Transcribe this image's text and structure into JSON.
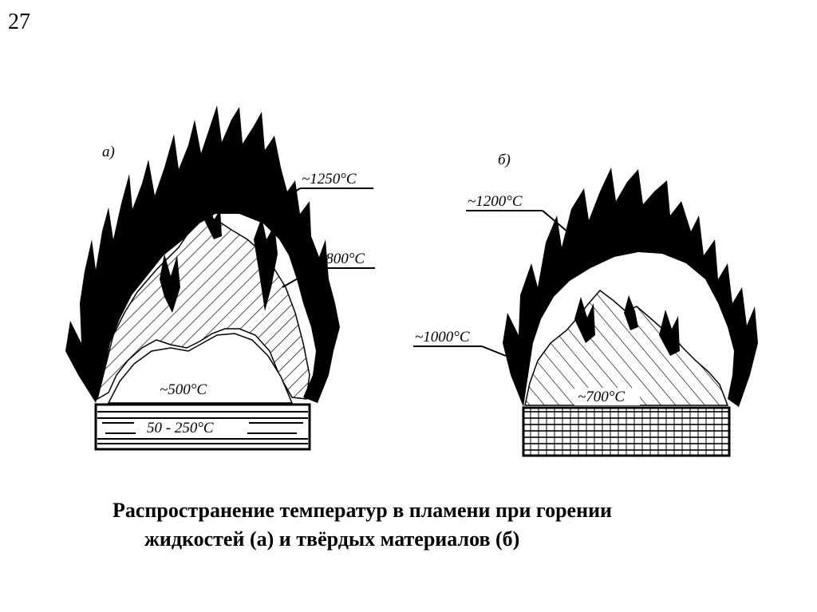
{
  "page_number": "27",
  "diagram": {
    "panel_a": {
      "letter": "а)",
      "t_tip": "~1250°С",
      "t_mid": "~800°С",
      "t_core": "~500°С",
      "t_liquid": "50 - 250°С"
    },
    "panel_b": {
      "letter": "б)",
      "t_tip": "~1200°С",
      "t_side": "~1000°С",
      "t_surface": "~700°С"
    }
  },
  "caption": {
    "line1": "Распространение температур в пламени при горении",
    "line2": "жидкостей (а) и твёрдых материалов (б)"
  }
}
